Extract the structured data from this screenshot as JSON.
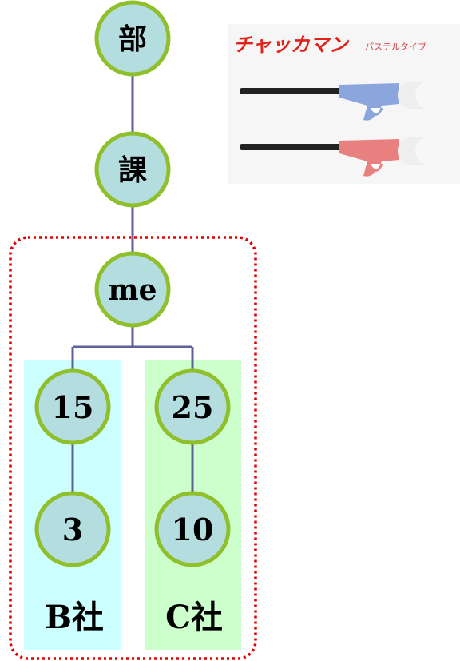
{
  "nodes": {
    "bu": "部",
    "ka": "課",
    "me": "me",
    "b_top": "15",
    "b_bottom": "3",
    "c_top": "25",
    "c_bottom": "10"
  },
  "columns": {
    "b_label": "B社",
    "c_label": "C社"
  },
  "product": {
    "brand": "チャッカマン",
    "subtitle": "パステルタイプ"
  },
  "colors": {
    "node_fill": "#b4dde0",
    "node_stroke": "#8fbf2a",
    "edge": "#5d6099",
    "b_column": "#ccffff",
    "c_column": "#ccffcc",
    "dashed_border": "#e00000"
  }
}
